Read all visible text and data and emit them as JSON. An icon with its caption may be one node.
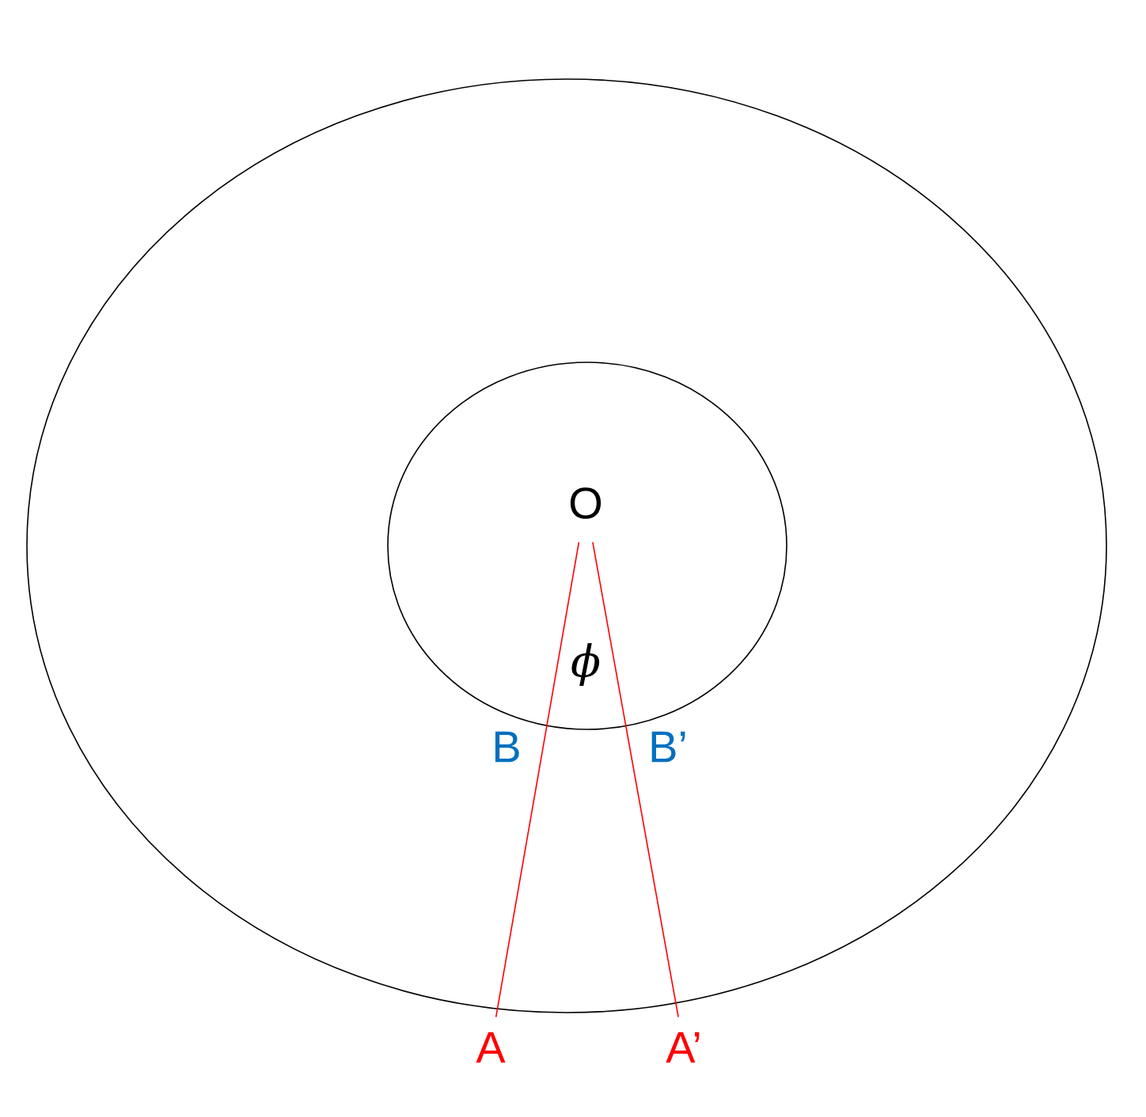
{
  "diagram": {
    "nodes": [
      {
        "text": [
          "O"
        ]
      },
      {
        "text": [
          "A"
        ]
      },
      {
        "text": [
          "A’"
        ]
      }
    ],
    "edges": [
      {
        "from": 0,
        "to": 1,
        "arrow": "none",
        "color": "#ff0000"
      },
      {
        "from": 0,
        "to": 2,
        "arrow": "none",
        "color": "#ff0000"
      }
    ],
    "labels": [
      "ϕ",
      "B",
      "B’"
    ]
  }
}
